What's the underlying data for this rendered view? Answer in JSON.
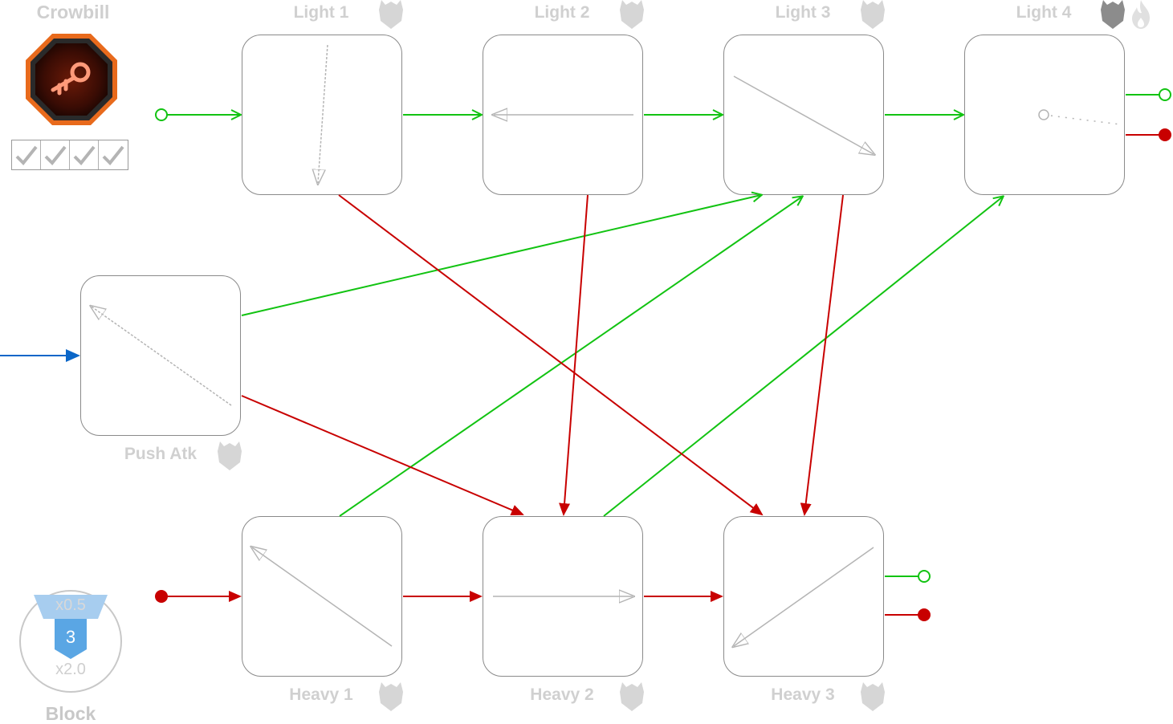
{
  "weapon": {
    "name": "Crowbill",
    "icon": "crowbill-weapon-icon",
    "checkbox_count": 4
  },
  "moves": {
    "light1": {
      "label": "Light 1",
      "icon": "shield-icon"
    },
    "light2": {
      "label": "Light 2",
      "icon": "shield-icon"
    },
    "light3": {
      "label": "Light 3",
      "icon": "shield-icon"
    },
    "light4": {
      "label": "Light 4",
      "icon": "shield-icon",
      "extra_icon": "flame-icon"
    },
    "push": {
      "label": "Push Atk",
      "icon": "shield-icon"
    },
    "heavy1": {
      "label": "Heavy 1",
      "icon": "shield-icon"
    },
    "heavy2": {
      "label": "Heavy 2",
      "icon": "shield-icon"
    },
    "heavy3": {
      "label": "Heavy 3",
      "icon": "shield-icon"
    }
  },
  "block": {
    "label": "Block",
    "top_multiplier": "x0.5",
    "stamina": "3",
    "bottom_multiplier": "x2.0"
  },
  "colors": {
    "light_chain": "#12c312",
    "heavy_chain": "#c80000",
    "push_entry": "#0a66c8",
    "box_border": "#8a8a8a",
    "label": "#d0d0d0",
    "block_blue": "#5aa6e4"
  }
}
